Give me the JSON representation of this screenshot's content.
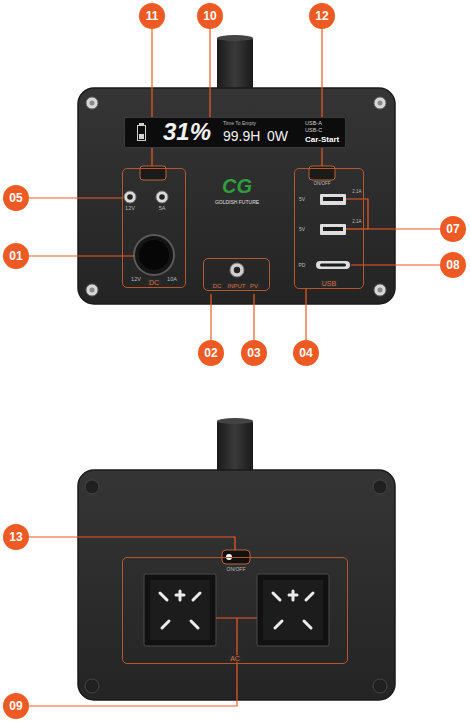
{
  "diagram": {
    "nodes": [
      {
        "text": [
          "11"
        ]
      },
      {
        "text": [
          "10"
        ]
      },
      {
        "text": [
          "12"
        ]
      },
      {
        "text": [
          "31%",
          "Time To Empty",
          "99.9H",
          "0W",
          "USB-A",
          "USB-C",
          "Car-Start"
        ]
      },
      {
        "text": [
          "05"
        ]
      },
      {
        "text": [
          "DC"
        ]
      },
      {
        "text": [
          "01"
        ]
      },
      {
        "text": [
          "07"
        ]
      },
      {
        "text": [
          "08"
        ]
      },
      {
        "text": [
          "INPUT",
          "DC",
          "PV"
        ]
      },
      {
        "text": [
          "USB"
        ]
      },
      {
        "text": [
          "02"
        ]
      },
      {
        "text": [
          "03"
        ]
      },
      {
        "text": [
          "04"
        ]
      },
      {
        "text": [
          "13"
        ]
      },
      {
        "text": [
          "AC"
        ]
      },
      {
        "text": [
          "09"
        ]
      }
    ],
    "edges": [
      {
        "from": 1,
        "to": 3,
        "arrow": "none"
      },
      {
        "from": 13,
        "to": 10,
        "arrow": "none"
      }
    ],
    "labels": [
      "12V",
      "5A",
      "12V",
      "10A",
      "CG",
      "GOLDISH FUTURE",
      "ON/OFF",
      "5V",
      "5V",
      "PD",
      "2.1A",
      "2.1A",
      "ON/OFF"
    ]
  }
}
